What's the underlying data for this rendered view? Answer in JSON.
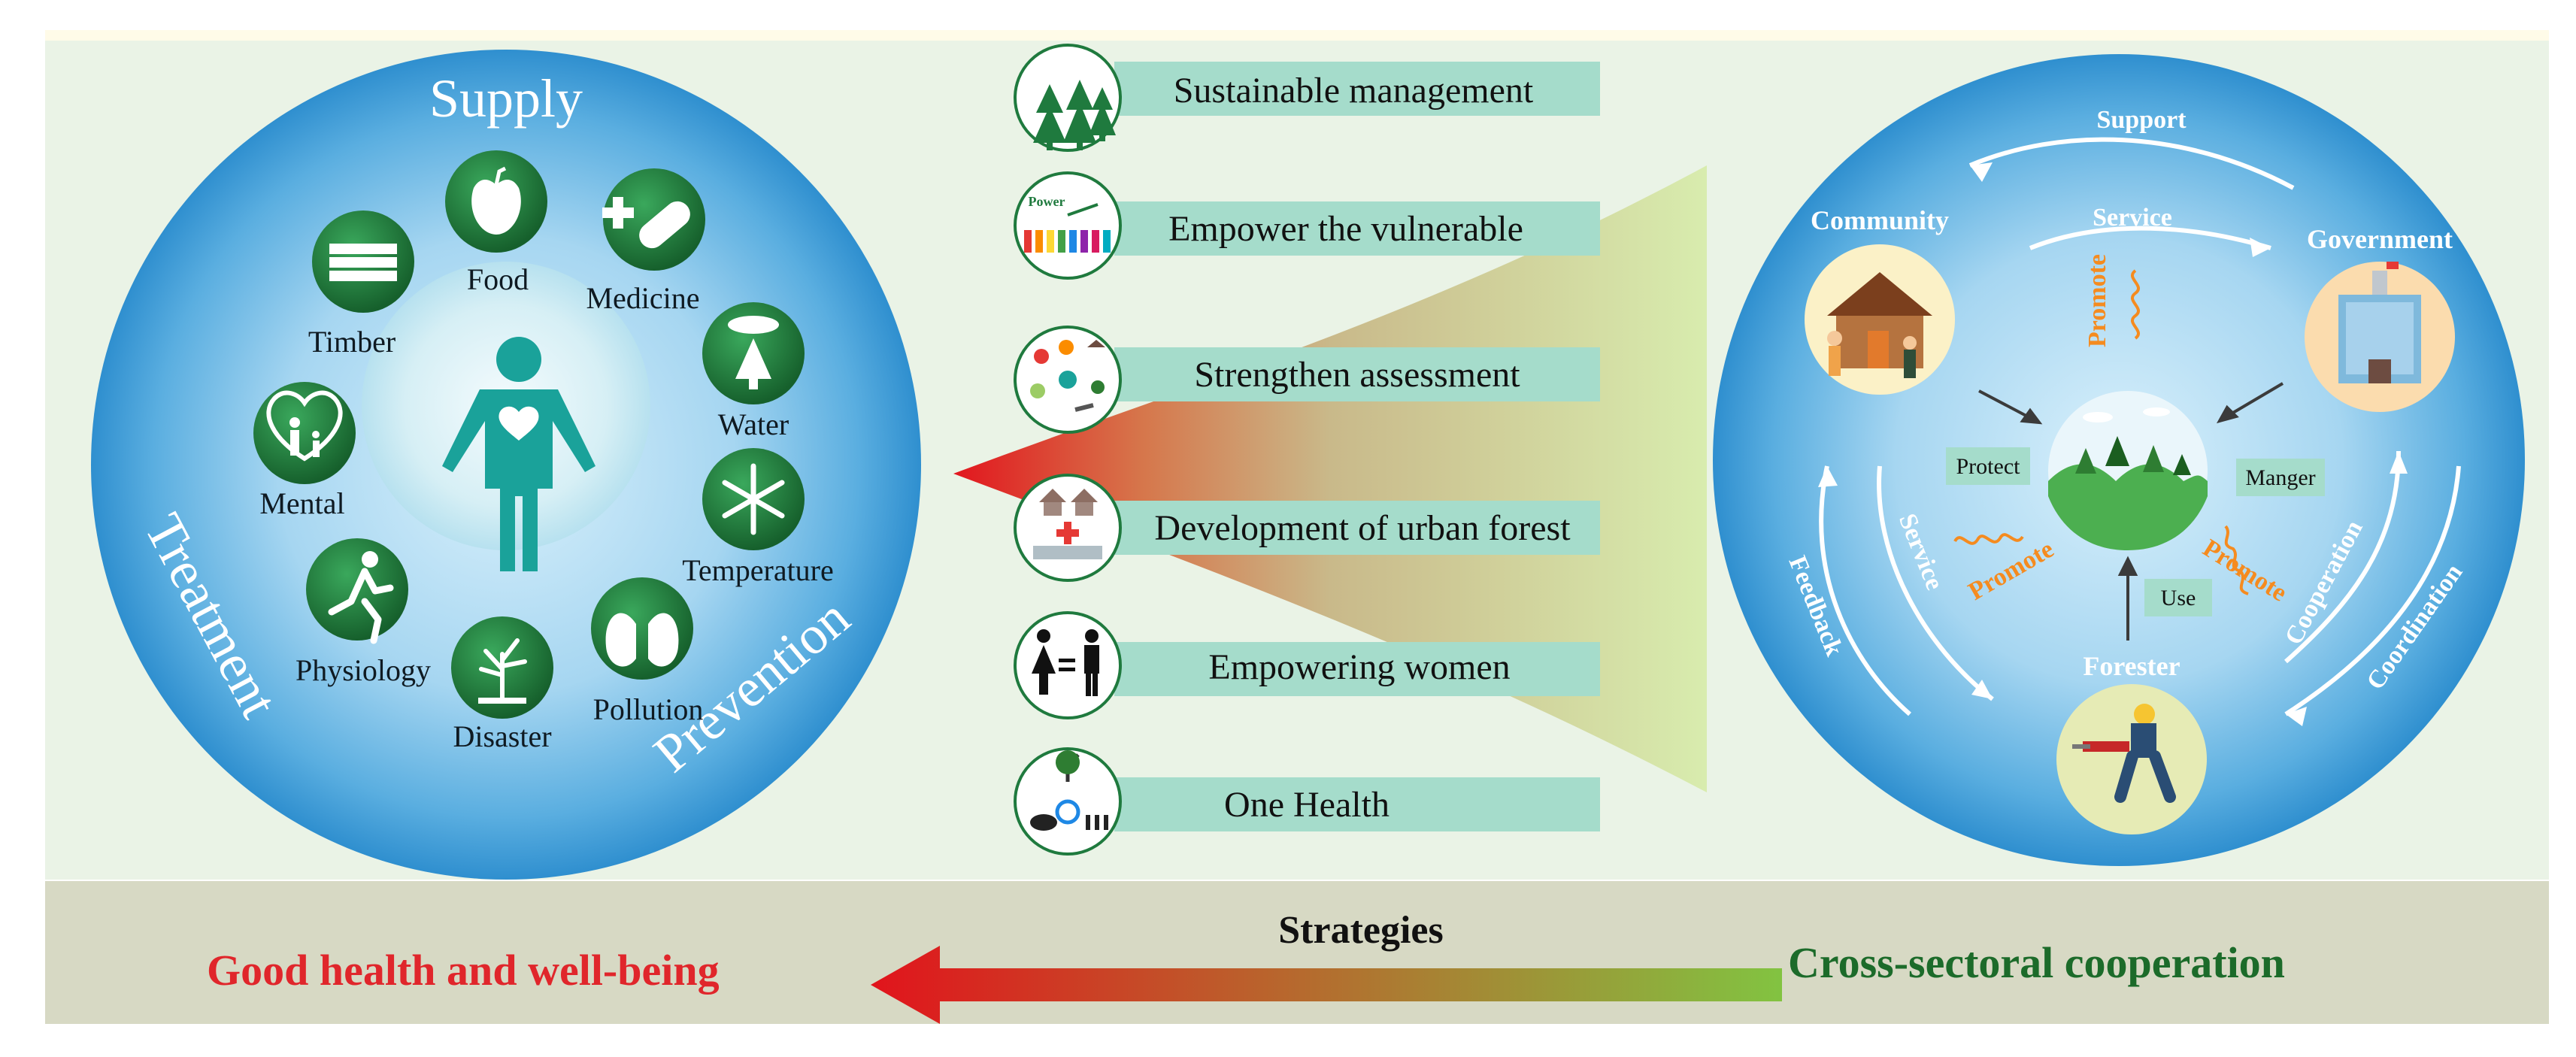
{
  "left_circle": {
    "supply": "Supply",
    "treatment": "Treatment",
    "prevention": "Prevention",
    "services": [
      {
        "label": "Food"
      },
      {
        "label": "Medicine"
      },
      {
        "label": "Water"
      },
      {
        "label": "Temperature"
      },
      {
        "label": "Pollution"
      },
      {
        "label": "Disaster"
      },
      {
        "label": "Physiology"
      },
      {
        "label": "Mental"
      },
      {
        "label": "Timber"
      }
    ]
  },
  "strategies_list": [
    {
      "label": "Sustainable management"
    },
    {
      "label": "Empower the vulnerable",
      "icon_text": "Power"
    },
    {
      "label": "Strengthen  assessment"
    },
    {
      "label": "Development of urban forest"
    },
    {
      "label": "Empowering women"
    },
    {
      "label": "One Health"
    }
  ],
  "right_circle": {
    "support": "Support",
    "service_top": "Service",
    "community": "Community",
    "government": "Government",
    "forester": "Forester",
    "promote_top": "Promote",
    "promote_left": "Promote",
    "promote_right": "Promote",
    "protect": "Protect",
    "manger": "Manger",
    "use": "Use",
    "feedback": "Feedback",
    "service_left": "Service",
    "cooperation": "Cooperation",
    "coordination": "Coordination"
  },
  "bottom": {
    "left_text": "Good health and well-being",
    "center_text": "Strategies",
    "right_text": "Cross-sectoral cooperation"
  },
  "colors": {
    "accent_red": "#e0262b",
    "accent_green": "#1c6b2a",
    "label_bg": "#a5dccb",
    "icon_green": "#1f7a3e",
    "teal_person": "#1aa29a"
  }
}
